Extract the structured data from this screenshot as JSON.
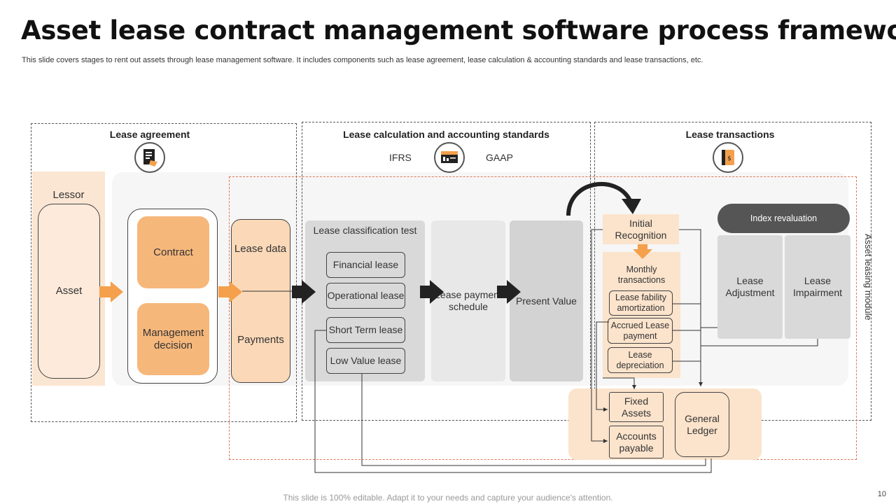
{
  "title": "Asset lease contract management software process framework",
  "subtitle": "This slide covers stages to rent out assets through lease management software. It includes components such as lease agreement, lease calculation & accounting standards and lease transactions, etc.",
  "sections": {
    "lease_agreement": "Lease agreement",
    "lease_calculation": "Lease calculation and accounting standards",
    "lease_transactions": "Lease transactions"
  },
  "standards": {
    "ifrs": "IFRS",
    "gaap": "GAAP"
  },
  "lessor": {
    "label": "Lessor",
    "asset": "Asset"
  },
  "contract_group": {
    "contract": "Contract",
    "management_decision": "Management decision"
  },
  "lease_data": {
    "lease_data": "Lease data",
    "payments": "Payments"
  },
  "classification": {
    "title": "Lease classification test",
    "items": [
      "Financial lease",
      "Operational lease",
      "Short Term lease",
      "Low Value lease"
    ]
  },
  "payment_schedule": "Lease payment schedule",
  "present_value": "Present Value",
  "initial_recognition": "Initial Recognition",
  "monthly": {
    "title": "Monthly transactions",
    "items": [
      "Lease fability amortization",
      "Accrued Lease payment",
      "Lease depreciation"
    ]
  },
  "index_revaluation": "Index revaluation",
  "lease_adjustment": "Lease Adjustment",
  "lease_impairment": "Lease Impairment",
  "asset_leasing_module": "Asset leasing module",
  "fixed_assets": "Fixed Assets",
  "accounts_payable": "Accounts payable",
  "general_ledger": "General Ledger",
  "footer": "This slide is 100% editable. Adapt it to your needs and capture your audience's attention.",
  "page_number": "10",
  "icons": [
    "contract-document-icon",
    "calculator-screen-icon",
    "payment-receipt-icon"
  ],
  "colors": {
    "accent_orange": "#f4a04c",
    "light_orange": "#fbe3cc",
    "peach": "#f6b77b",
    "grey_panel": "#d9d9d9",
    "dark_pill": "#555555"
  }
}
